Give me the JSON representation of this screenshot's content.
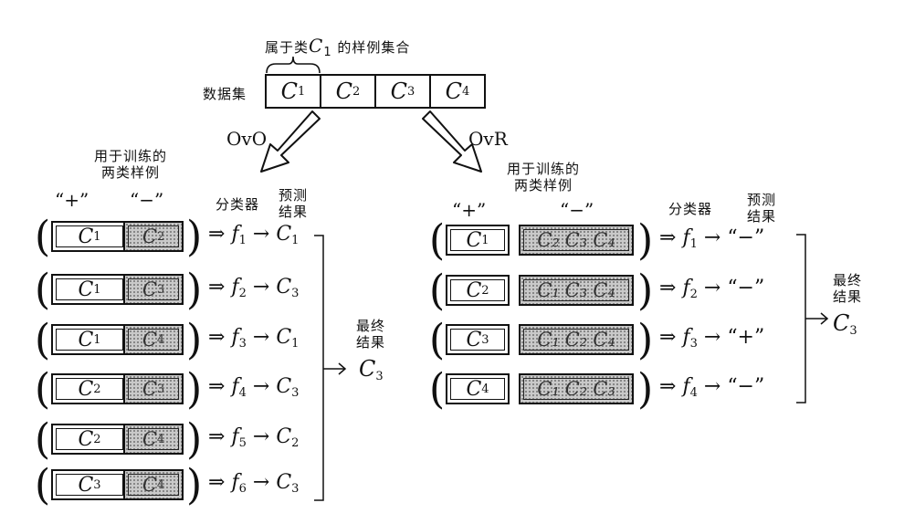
{
  "top": {
    "caption": "属于类",
    "caption_cls": "C",
    "caption_sub": "1",
    "caption_tail": "的样例集合",
    "dataset_label": "数据集",
    "dataset": [
      {
        "c": "C",
        "s": "1"
      },
      {
        "c": "C",
        "s": "2"
      },
      {
        "c": "C",
        "s": "3"
      },
      {
        "c": "C",
        "s": "4"
      }
    ]
  },
  "ovo": {
    "title": "OvO",
    "train_label_1": "用于训练的",
    "train_label_2": "两类样例",
    "pos_header": "“+”",
    "neg_header": "“−”",
    "clf_header": "分类器",
    "pred_header_1": "预测",
    "pred_header_2": "结果",
    "implies": "⇒",
    "arrow": "→",
    "rows": [
      {
        "pos": "C",
        "pos_sub": "1",
        "neg": "C",
        "neg_sub": "2",
        "f": "f",
        "f_sub": "1",
        "res": "C",
        "res_sub": "1"
      },
      {
        "pos": "C",
        "pos_sub": "1",
        "neg": "C",
        "neg_sub": "3",
        "f": "f",
        "f_sub": "2",
        "res": "C",
        "res_sub": "3"
      },
      {
        "pos": "C",
        "pos_sub": "1",
        "neg": "C",
        "neg_sub": "4",
        "f": "f",
        "f_sub": "3",
        "res": "C",
        "res_sub": "1"
      },
      {
        "pos": "C",
        "pos_sub": "2",
        "neg": "C",
        "neg_sub": "3",
        "f": "f",
        "f_sub": "4",
        "res": "C",
        "res_sub": "3"
      },
      {
        "pos": "C",
        "pos_sub": "2",
        "neg": "C",
        "neg_sub": "4",
        "f": "f",
        "f_sub": "5",
        "res": "C",
        "res_sub": "2"
      },
      {
        "pos": "C",
        "pos_sub": "3",
        "neg": "C",
        "neg_sub": "4",
        "f": "f",
        "f_sub": "6",
        "res": "C",
        "res_sub": "3"
      }
    ],
    "final_1": "最终",
    "final_2": "结果",
    "final_cls": "C",
    "final_sub": "3"
  },
  "ovr": {
    "title": "OvR",
    "train_label_1": "用于训练的",
    "train_label_2": "两类样例",
    "pos_header": "“+”",
    "neg_header": "“−”",
    "clf_header": "分类器",
    "pred_header_1": "预测",
    "pred_header_2": "结果",
    "implies": "⇒",
    "arrow": "→",
    "rows": [
      {
        "pos": "C",
        "pos_sub": "1",
        "neg": [
          "C₂",
          "C₃",
          "C₄"
        ],
        "f": "f",
        "f_sub": "1",
        "res": "“−”"
      },
      {
        "pos": "C",
        "pos_sub": "2",
        "neg": [
          "C₁",
          "C₃",
          "C₄"
        ],
        "f": "f",
        "f_sub": "2",
        "res": "“−”"
      },
      {
        "pos": "C",
        "pos_sub": "3",
        "neg": [
          "C₁",
          "C₂",
          "C₄"
        ],
        "f": "f",
        "f_sub": "3",
        "res": "“+”"
      },
      {
        "pos": "C",
        "pos_sub": "4",
        "neg": [
          "C₁",
          "C₂",
          "C₃"
        ],
        "f": "f",
        "f_sub": "4",
        "res": "“−”"
      }
    ],
    "final_1": "最终",
    "final_2": "结果",
    "final_cls": "C",
    "final_sub": "3"
  }
}
